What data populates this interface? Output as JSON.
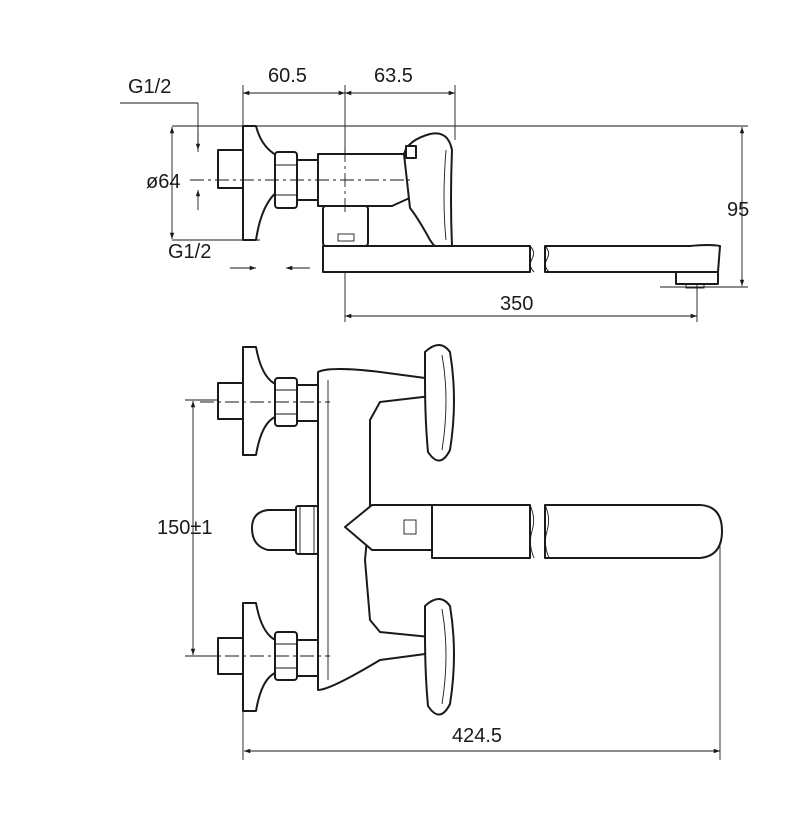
{
  "diagram": {
    "dimensions": {
      "thread_top": "G1/2",
      "width_1": "60.5",
      "width_2": "63.5",
      "diameter": "ø64",
      "thread_bottom": "G1/2",
      "height": "95",
      "spout_reach": "350",
      "connection_spacing": "150±1",
      "overall_length": "424.5"
    }
  }
}
